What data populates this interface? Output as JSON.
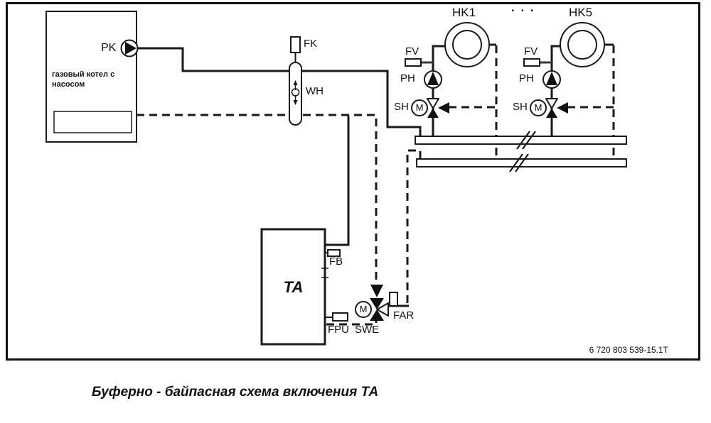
{
  "diagram": {
    "caption": "Буферно - байпасная схема включения ТА",
    "part_number": "6 720 803 539-15.1T",
    "boiler": {
      "label": "газовый котел с насосом",
      "pump": "PK"
    },
    "separator": {
      "label": "WH",
      "sensor": "FK"
    },
    "circuits": {
      "ellipsis": ". . .",
      "hk1": {
        "name": "HK1",
        "flow_sensor": "FV",
        "pump": "PH",
        "mixing_valve": "SH",
        "actuator": "M"
      },
      "hk5": {
        "name": "HK5",
        "flow_sensor": "FV",
        "pump": "PH",
        "mixing_valve": "SH",
        "actuator": "M"
      }
    },
    "buffer_tank": {
      "label": "TA",
      "top_sensor": "FB",
      "bottom_sensor": "FPU"
    },
    "bypass": {
      "valve": "SWE",
      "actuator": "M",
      "return_sensor": "FAR"
    },
    "colors": {
      "line": "#1a1a1a",
      "background": "#ffffff"
    }
  }
}
